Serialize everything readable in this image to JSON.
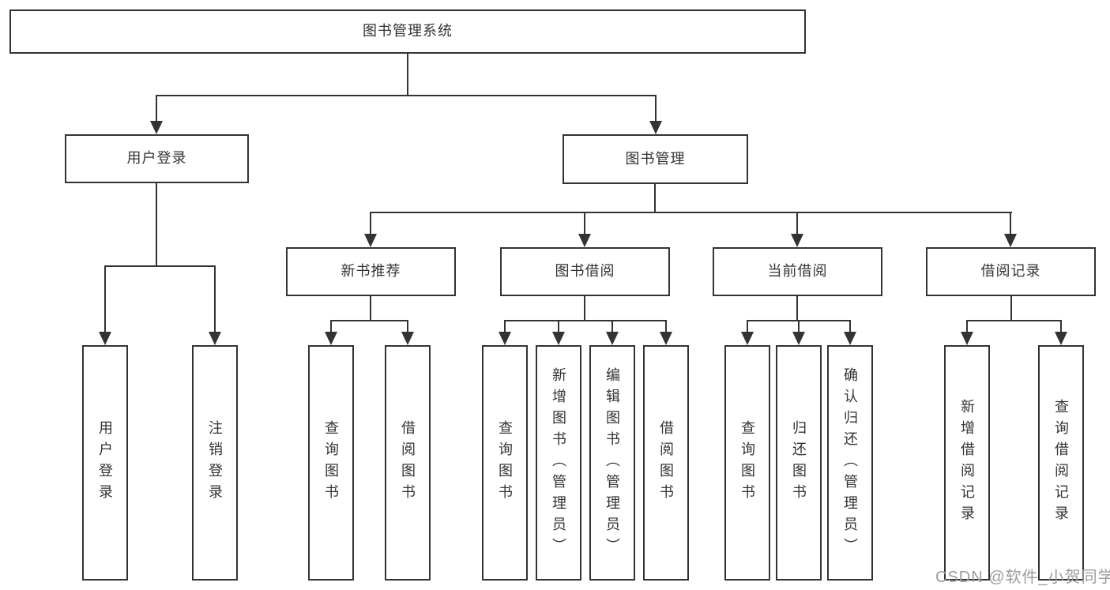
{
  "diagram": {
    "root": {
      "label": "图书管理系统"
    },
    "branches": [
      {
        "label": "用户登录",
        "children": [
          "用户登录",
          "注销登录"
        ]
      },
      {
        "label": "图书管理",
        "children_groups": [
          {
            "label": "新书推荐",
            "children": [
              "查询图书",
              "借阅图书"
            ]
          },
          {
            "label": "图书借阅",
            "children": [
              "查询图书",
              "新增图书（管理员）",
              "编辑图书（管理员）",
              "借阅图书"
            ]
          },
          {
            "label": "当前借阅",
            "children": [
              "查询图书",
              "归还图书",
              "确认归还（管理员）"
            ]
          },
          {
            "label": "借阅记录",
            "children": [
              "新增借阅记录",
              "查询借阅记录"
            ]
          }
        ]
      }
    ]
  },
  "watermark": {
    "text": "CSDN @软件_小贺同学"
  },
  "colors": {
    "line": "#333333",
    "text": "#333333",
    "watermark_text": "#9c9c9c",
    "background": "#ffffff"
  }
}
